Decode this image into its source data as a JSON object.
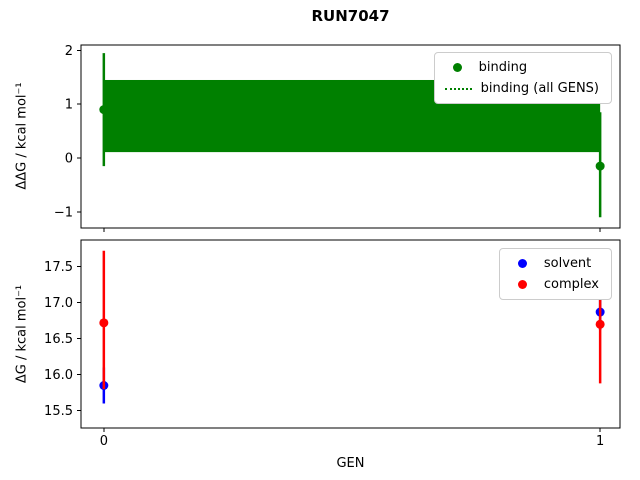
{
  "title": "RUN7047",
  "chart_data": [
    {
      "type": "scatter",
      "name": "ddg-binding-subplot",
      "ylabel": "ΔΔG / kcal mol⁻¹",
      "ylim": [
        -1.3,
        2.1
      ],
      "yticks": [
        -1,
        0,
        1,
        2
      ],
      "ytick_labels": [
        "−1",
        "0",
        "1",
        "2"
      ],
      "xlim": [
        -0.046,
        1.04
      ],
      "xticks": [
        0,
        1
      ],
      "grid": false,
      "band": {
        "label": "binding (all GENS)",
        "x_start": 0,
        "x_end": 1,
        "y_low": 0.11,
        "y_high": 1.45,
        "color": "#008000"
      },
      "series": [
        {
          "name": "binding",
          "color": "#008000",
          "x": [
            0,
            1
          ],
          "y": [
            0.9,
            -0.15
          ],
          "err_low": [
            -0.15,
            -1.1
          ],
          "err_high": [
            1.95,
            0.85
          ]
        }
      ],
      "legend": {
        "position": "upper right",
        "items": [
          {
            "label": "binding",
            "marker": "dot",
            "color": "#008000"
          },
          {
            "label": "binding (all GENS)",
            "marker": "dotted-line",
            "color": "#008000"
          }
        ]
      }
    },
    {
      "type": "scatter",
      "name": "dg-subplot",
      "xlabel": "GEN",
      "ylabel": "ΔG / kcal mol⁻¹",
      "ylim": [
        15.26,
        17.87
      ],
      "yticks": [
        15.5,
        16.0,
        16.5,
        17.0,
        17.5
      ],
      "ytick_labels": [
        "15.5",
        "16.0",
        "16.5",
        "17.0",
        "17.5"
      ],
      "xlim": [
        -0.046,
        1.04
      ],
      "xticks": [
        0,
        1
      ],
      "xtick_labels": [
        "0",
        "1"
      ],
      "grid": false,
      "series": [
        {
          "name": "solvent",
          "color": "#0000ff",
          "x": [
            0,
            1
          ],
          "y": [
            15.85,
            16.87
          ],
          "err_low": [
            15.6,
            16.62
          ],
          "err_high": [
            16.1,
            17.1
          ]
        },
        {
          "name": "complex",
          "color": "#ff0000",
          "x": [
            0,
            1
          ],
          "y": [
            16.72,
            16.7
          ],
          "err_low": [
            15.8,
            15.88
          ],
          "err_high": [
            17.72,
            17.5
          ]
        }
      ],
      "legend": {
        "position": "upper right",
        "items": [
          {
            "label": "solvent",
            "marker": "dot",
            "color": "#0000ff"
          },
          {
            "label": "complex",
            "marker": "dot",
            "color": "#ff0000"
          }
        ]
      }
    }
  ]
}
